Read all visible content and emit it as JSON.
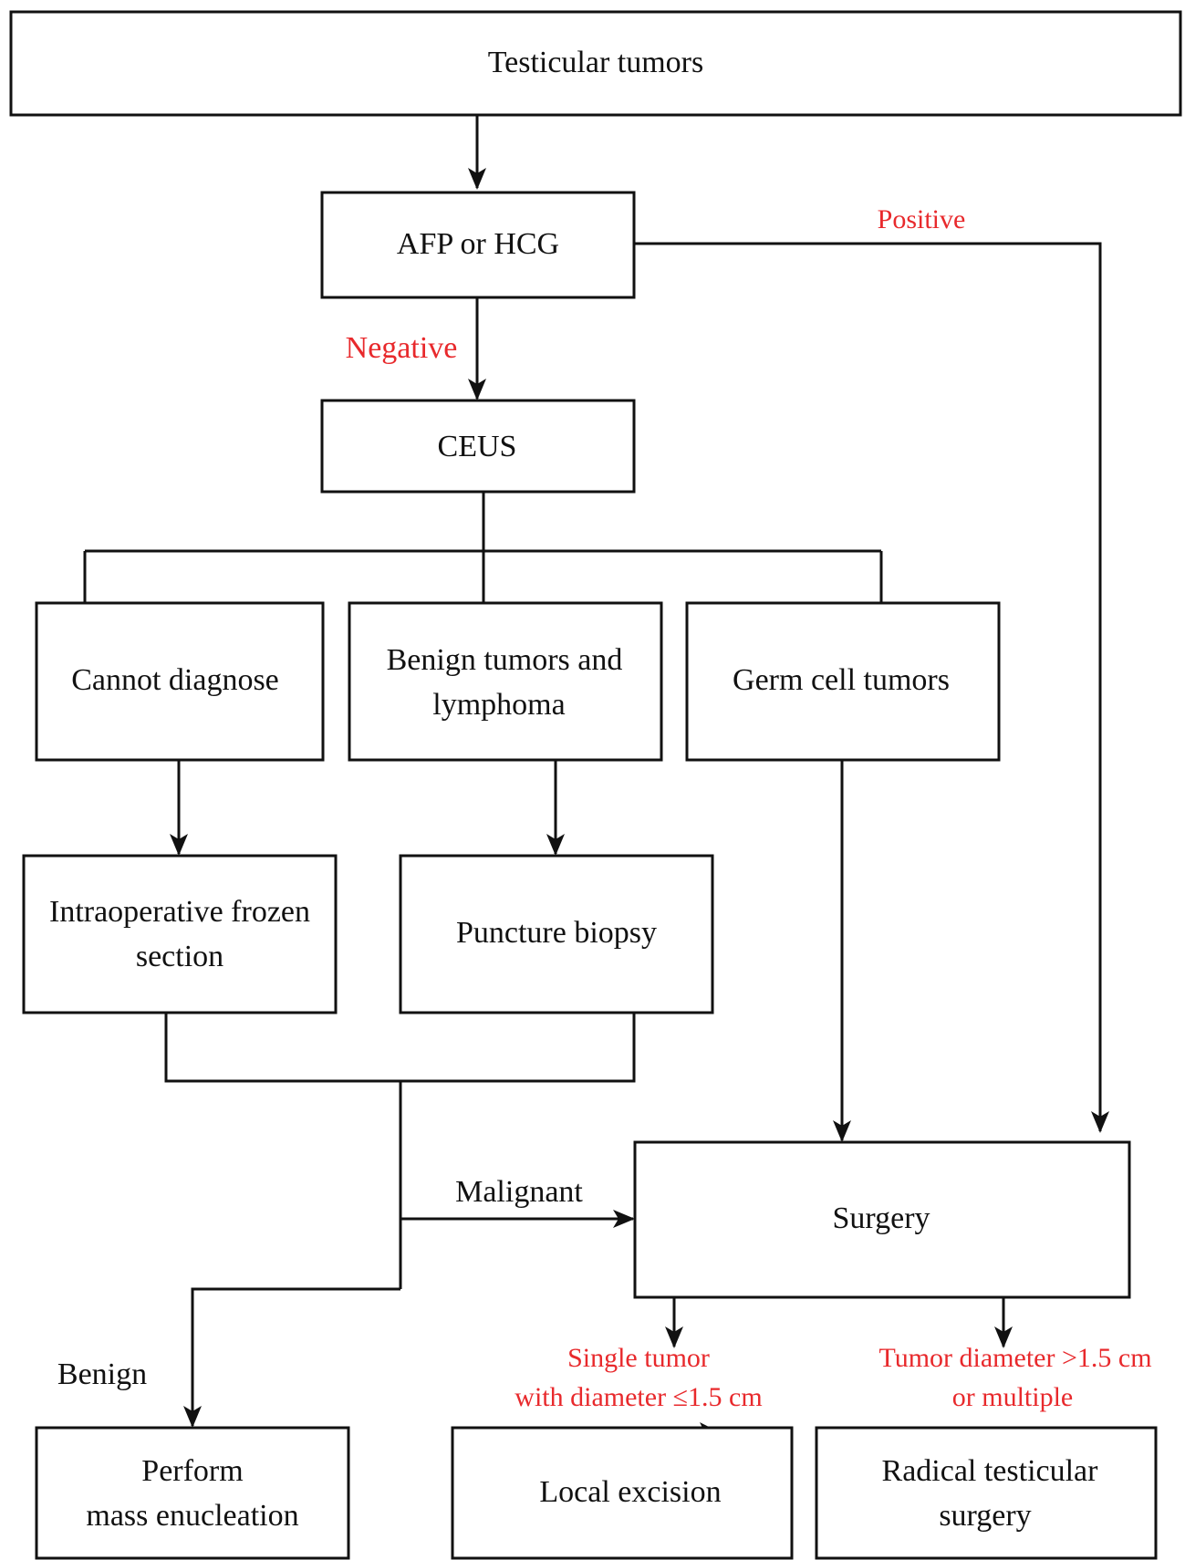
{
  "nodes": {
    "testicular_tumors": "Testicular tumors",
    "afp_hcg": "AFP or HCG",
    "ceus": "CEUS",
    "cannot_diagnose": "Cannot diagnose",
    "benign_lymphoma": [
      "Benign tumors and",
      "lymphoma"
    ],
    "germ_cell": "Germ cell tumors",
    "frozen_section": [
      "Intraoperative frozen",
      "section"
    ],
    "puncture_biopsy": "Puncture biopsy",
    "surgery": "Surgery",
    "enucleation": [
      "Perform",
      "mass enucleation"
    ],
    "local_excision": "Local excision",
    "radical_surgery": [
      "Radical testicular",
      "surgery"
    ]
  },
  "edge_labels": {
    "positive": "Positive",
    "negative": "Negative",
    "malignant": "Malignant",
    "benign": "Benign",
    "single_tumor": [
      "Single tumor",
      "with diameter ≤1.5 cm"
    ],
    "large_tumor": [
      "Tumor diameter >1.5 cm",
      "or multiple"
    ]
  },
  "colors": {
    "line": "#111111",
    "condition_label": "#e8292c"
  }
}
